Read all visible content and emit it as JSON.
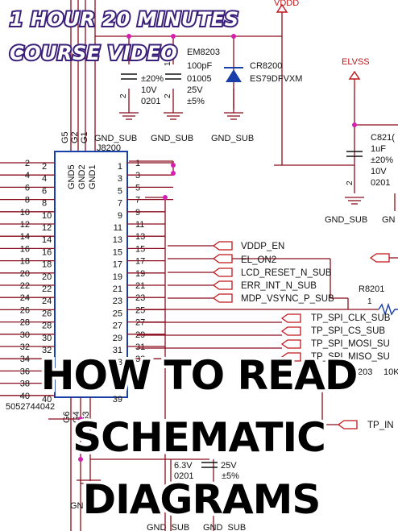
{
  "promo": {
    "line1": "1 HOUR 20 MINUTES",
    "line2": "COURSE VIDEO"
  },
  "headline": {
    "line1": "HOW TO READ",
    "line2": "SCHEMATIC",
    "line3": "DIAGRAMS"
  },
  "connector": {
    "ref": "J8200",
    "part": "5052744042",
    "gnd_pins": [
      "GND5",
      "GND2",
      "GND1"
    ],
    "gnd_pins_bottom": [
      "G6",
      "G4",
      "G3"
    ],
    "top_pin_numbers": [
      "G5",
      "G2",
      "G1"
    ],
    "left_outer": [
      "2",
      "4",
      "6",
      "8",
      "10",
      "12",
      "14",
      "16",
      "18",
      "20",
      "22",
      "24",
      "26",
      "28",
      "30",
      "32",
      "34",
      "36",
      "38",
      "40"
    ],
    "left_inner": [
      "2",
      "4",
      "6",
      "8",
      "10",
      "12",
      "14",
      "16",
      "18",
      "20",
      "22",
      "24",
      "26",
      "28",
      "30",
      "32",
      "34",
      "36",
      "38",
      "40"
    ],
    "right_inner": [
      "1",
      "3",
      "5",
      "7",
      "9",
      "11",
      "13",
      "15",
      "17",
      "19",
      "21",
      "23",
      "25",
      "27",
      "29",
      "31",
      "33",
      "35",
      "37",
      "39"
    ],
    "right_outer": [
      "1",
      "3",
      "5",
      "7",
      "9",
      "11",
      "13",
      "15",
      "17",
      "19",
      "21",
      "23",
      "25",
      "27",
      "29",
      "31",
      "33"
    ]
  },
  "nets": {
    "vdddc": "VDDD",
    "elvss": "ELVSS",
    "vddp_en": "VDDP_EN",
    "el_on2": "EL_ON2",
    "lcd_reset": "LCD_RESET_N_SUB",
    "err_int": "ERR_INT_N_SUB",
    "mdp_vsync": "MDP_VSYNC_P_SUB",
    "tp_spi_clk": "TP_SPI_CLK_SUB",
    "tp_spi_cs": "TP_SPI_CS_SUB",
    "tp_spi_mosi": "TP_SPI_MOSI_SU",
    "tp_spi_miso": "TP_SPI_MISO_SU",
    "tp_in": "TP_IN",
    "gnd_sub": "GND_SUB",
    "gnd_partial": "GN",
    "gnd_left": "GND",
    "r8201": "R8201",
    "r8201_pin": "1",
    "r8203": "R8203",
    "r8203_val": "10K"
  },
  "components": {
    "em8203": {
      "ref": "EM8203",
      "value": "100pF",
      "pkg": "01005",
      "volt": "25V",
      "tol": "±5%",
      "pin": "1"
    },
    "cap_left": {
      "tol": "±20%",
      "volt": "10V",
      "pkg": "0201",
      "pin": "2"
    },
    "em_pin2": "2",
    "cr8200": {
      "ref": "CR8200",
      "part": "ES79DFVXM"
    },
    "c821": {
      "ref": "C821(",
      "value": "1uF",
      "tol": "±20%",
      "volt": "10V",
      "pkg": "0201",
      "pin": "2"
    },
    "cap_bottom": {
      "volt_left": "6.3V",
      "volt_right": "25V",
      "pkg": "0201",
      "tol": "±5%"
    }
  },
  "colors": {
    "wire": "#8b0d1d",
    "junction": "#d41fb1",
    "net_arrow": "#c0161a",
    "promo_fill": "#ffffff",
    "promo_outline": "#3a1f7a"
  }
}
